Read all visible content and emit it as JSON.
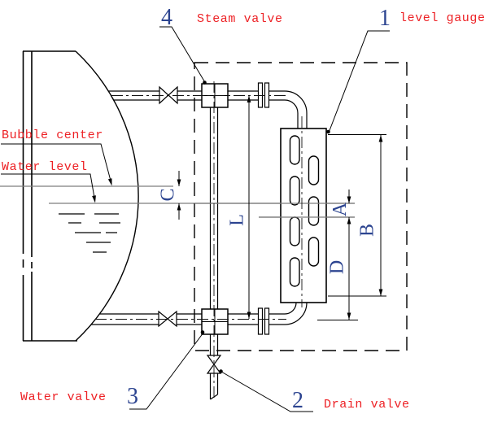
{
  "parts": {
    "steam_valve": {
      "number": "4",
      "label": "Steam valve"
    },
    "level_gauge": {
      "number": "1",
      "label": "level gauge"
    },
    "water_valve": {
      "number": "3",
      "label": "Water valve"
    },
    "drain_valve": {
      "number": "2",
      "label": "Drain valve"
    }
  },
  "annotations": {
    "bubble_center": "Bubble center",
    "water_level": "Water level"
  },
  "dimensions": {
    "center_offset": "C",
    "gauge_length": "L",
    "level_gap": "A",
    "upper_range": "B",
    "lower_range": "D"
  },
  "colors": {
    "label_red": "#ed2024",
    "number_blue": "#2c4490",
    "line_black": "#000000",
    "reference_gray": "#7d7d7d"
  }
}
